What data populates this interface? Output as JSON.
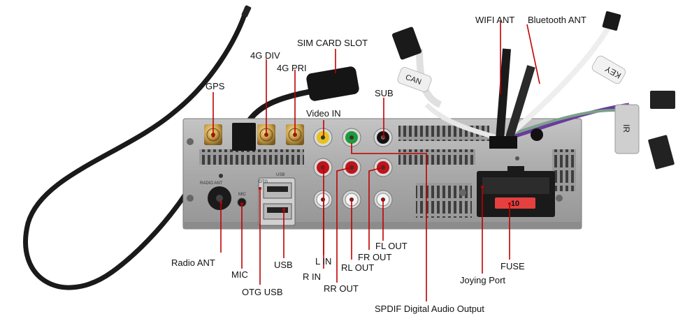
{
  "labels": {
    "gps": "GPS",
    "div_4g": "4G DIV",
    "pri_4g": "4G PRI",
    "sim_card_slot": "SIM CARD SLOT",
    "video_in": "Video IN",
    "sub": "SUB",
    "wifi_ant": "WIFI ANT",
    "bluetooth_ant": "Bluetooth ANT",
    "radio_ant": "Radio ANT",
    "mic": "MIC",
    "otg_usb": "OTG USB",
    "usb": "USB",
    "r_in": "R IN",
    "l_in": "L IN",
    "rr_out": "RR OUT",
    "rl_out": "RL OUT",
    "fr_out": "FR OUT",
    "fl_out": "FL OUT",
    "spdif": "SPDIF Digital Audio Output",
    "joying_port": "Joying Port",
    "fuse": "FUSE"
  },
  "printed": {
    "can": "CAN",
    "key": "KEY",
    "ir": "IR",
    "fuse_rating": "10",
    "radio_ant_panel": "RADIO ANT",
    "otg_panel": "OTG",
    "usb_panel": "USB",
    "mic_panel": "MIC"
  }
}
